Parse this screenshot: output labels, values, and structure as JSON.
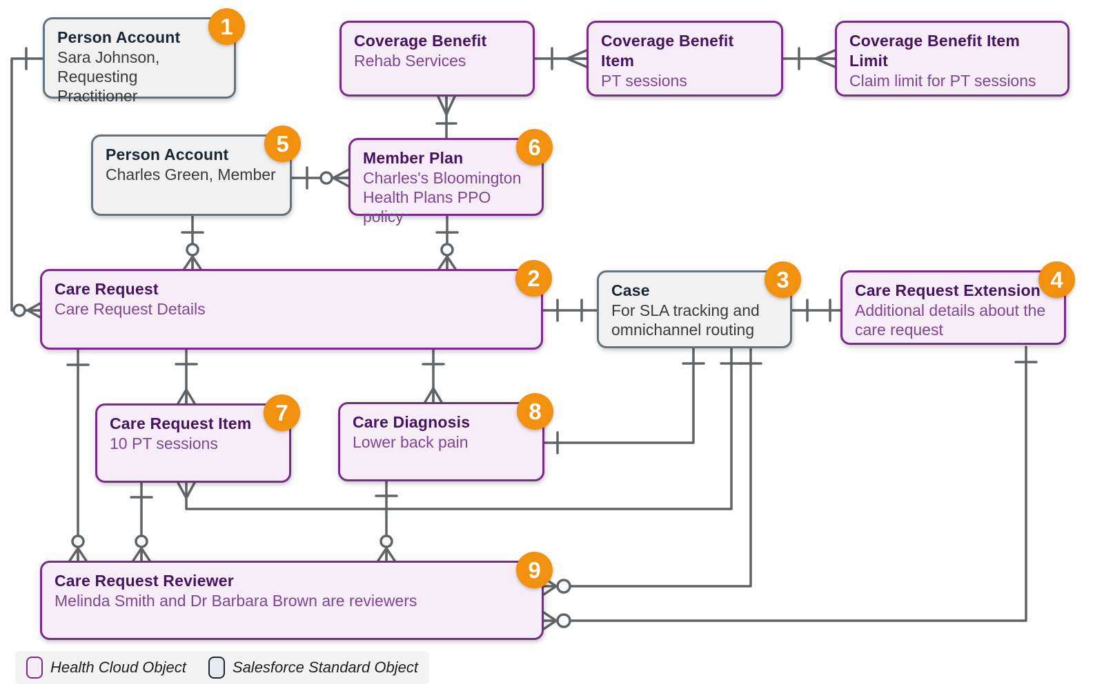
{
  "entities": [
    {
      "id": "person-account-practitioner",
      "type": "standard",
      "badge": "1",
      "title": "Person Account",
      "lines": [
        "Sara Johnson,",
        "Requesting Practitioner"
      ]
    },
    {
      "id": "coverage-benefit",
      "type": "health-cloud",
      "title": "Coverage Benefit",
      "lines": [
        "Rehab Services"
      ]
    },
    {
      "id": "coverage-benefit-item",
      "type": "health-cloud",
      "title": "Coverage Benefit Item",
      "lines": [
        "PT sessions"
      ]
    },
    {
      "id": "coverage-benefit-item-limit",
      "type": "health-cloud",
      "title": "Coverage Benefit Item Limit",
      "lines": [
        "Claim limit for PT sessions"
      ]
    },
    {
      "id": "person-account-member",
      "type": "standard",
      "badge": "5",
      "title": "Person Account",
      "lines": [
        "Charles Green, Member"
      ]
    },
    {
      "id": "member-plan",
      "type": "health-cloud",
      "badge": "6",
      "title": "Member Plan",
      "lines": [
        "Charles's Bloomington",
        "Health Plans PPO policy"
      ]
    },
    {
      "id": "care-request",
      "type": "health-cloud",
      "badge": "2",
      "title": "Care Request",
      "lines": [
        "Care Request Details"
      ]
    },
    {
      "id": "case",
      "type": "standard",
      "badge": "3",
      "title": "Case",
      "lines": [
        "For SLA tracking and",
        "omnichannel routing"
      ]
    },
    {
      "id": "care-request-extension",
      "type": "health-cloud",
      "badge": "4",
      "title": "Care Request Extension",
      "lines": [
        "Additional details about the",
        "care request"
      ]
    },
    {
      "id": "care-request-item",
      "type": "health-cloud",
      "badge": "7",
      "title": "Care Request Item",
      "lines": [
        "10 PT sessions"
      ]
    },
    {
      "id": "care-diagnosis",
      "type": "health-cloud",
      "badge": "8",
      "title": "Care Diagnosis",
      "lines": [
        "Lower back pain"
      ]
    },
    {
      "id": "care-request-reviewer",
      "type": "health-cloud",
      "badge": "9",
      "title": "Care Request Reviewer",
      "lines": [
        "Melinda Smith and Dr Barbara Brown are reviewers"
      ]
    }
  ],
  "legend": {
    "items": [
      {
        "swatch": "health-cloud",
        "label": "Health Cloud Object"
      },
      {
        "swatch": "standard",
        "label": "Salesforce Standard Object"
      }
    ]
  },
  "colors": {
    "health_cloud_border": "#7a2a8a",
    "health_cloud_fill": "#f7edf9",
    "health_cloud_title": "#45135f",
    "health_cloud_subtitle": "#7d4791",
    "standard_border": "#64727c",
    "standard_fill": "#f1f1f1",
    "standard_title": "#192734",
    "standard_subtitle": "#3a3a38",
    "badge_background": "#f2910d",
    "badge_text": "#ffffff",
    "connector": "#5e6367",
    "legend_background": "#f4f3f4"
  }
}
